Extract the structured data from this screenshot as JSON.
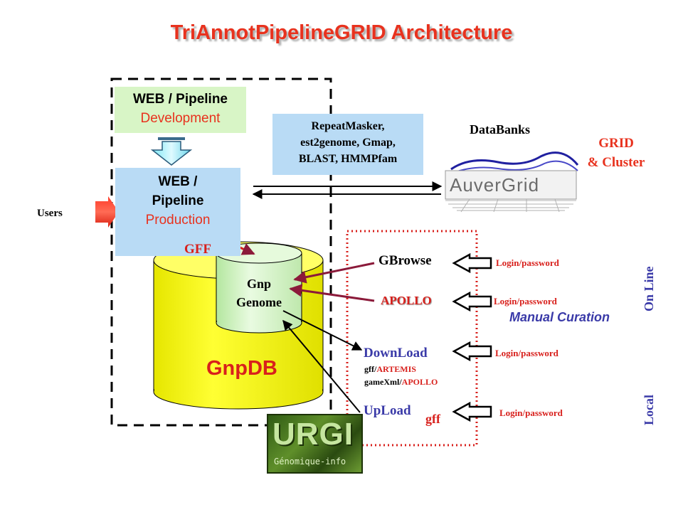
{
  "title": "TriAnnotPipelineGRID Architecture",
  "dev_box": {
    "line1": "WEB / Pipeline",
    "line2": "Development"
  },
  "prod_box": {
    "line1": "WEB /",
    "line2": "Pipeline",
    "line3": "Production"
  },
  "users_label": "Users",
  "tools_box": {
    "line1": "RepeatMasker,",
    "line2": "est2genome, Gmap,",
    "line3": "BLAST, HMMPfam"
  },
  "databanks_label": "DataBanks",
  "grid_label": {
    "line1": "GRID",
    "line2": "& Cluster"
  },
  "auvergrid_logo": "AuverGrid",
  "gff_label": "GFF",
  "gnp_genome": {
    "line1": "Gnp",
    "line2": "Genome"
  },
  "gnpdb_label": "GnpDB",
  "gbrowse_label": "GBrowse",
  "apollo_label": "APOLLO",
  "download": {
    "label": "DownLoad",
    "line1_a": "gff/",
    "line1_b": "ARTEMIS",
    "line2_a": "gameXml/",
    "line2_b": "APOLLO"
  },
  "upload": {
    "label": "UpLoad",
    "suffix": "gff"
  },
  "login_labels": [
    "Login/password",
    "Login/password",
    "Login/password",
    "Login/password"
  ],
  "manual_curation_label": "Manual Curation",
  "online_label": "On Line",
  "local_label": "Local",
  "urgi_logo": {
    "big": "URGI",
    "small": "Génomique-info"
  },
  "colors": {
    "title": "#e8321e",
    "red_text": "#d8201c",
    "blue_text": "#3a3aa8",
    "cylinder": "#ffff00",
    "arrow_line": "#8b1a3a"
  }
}
